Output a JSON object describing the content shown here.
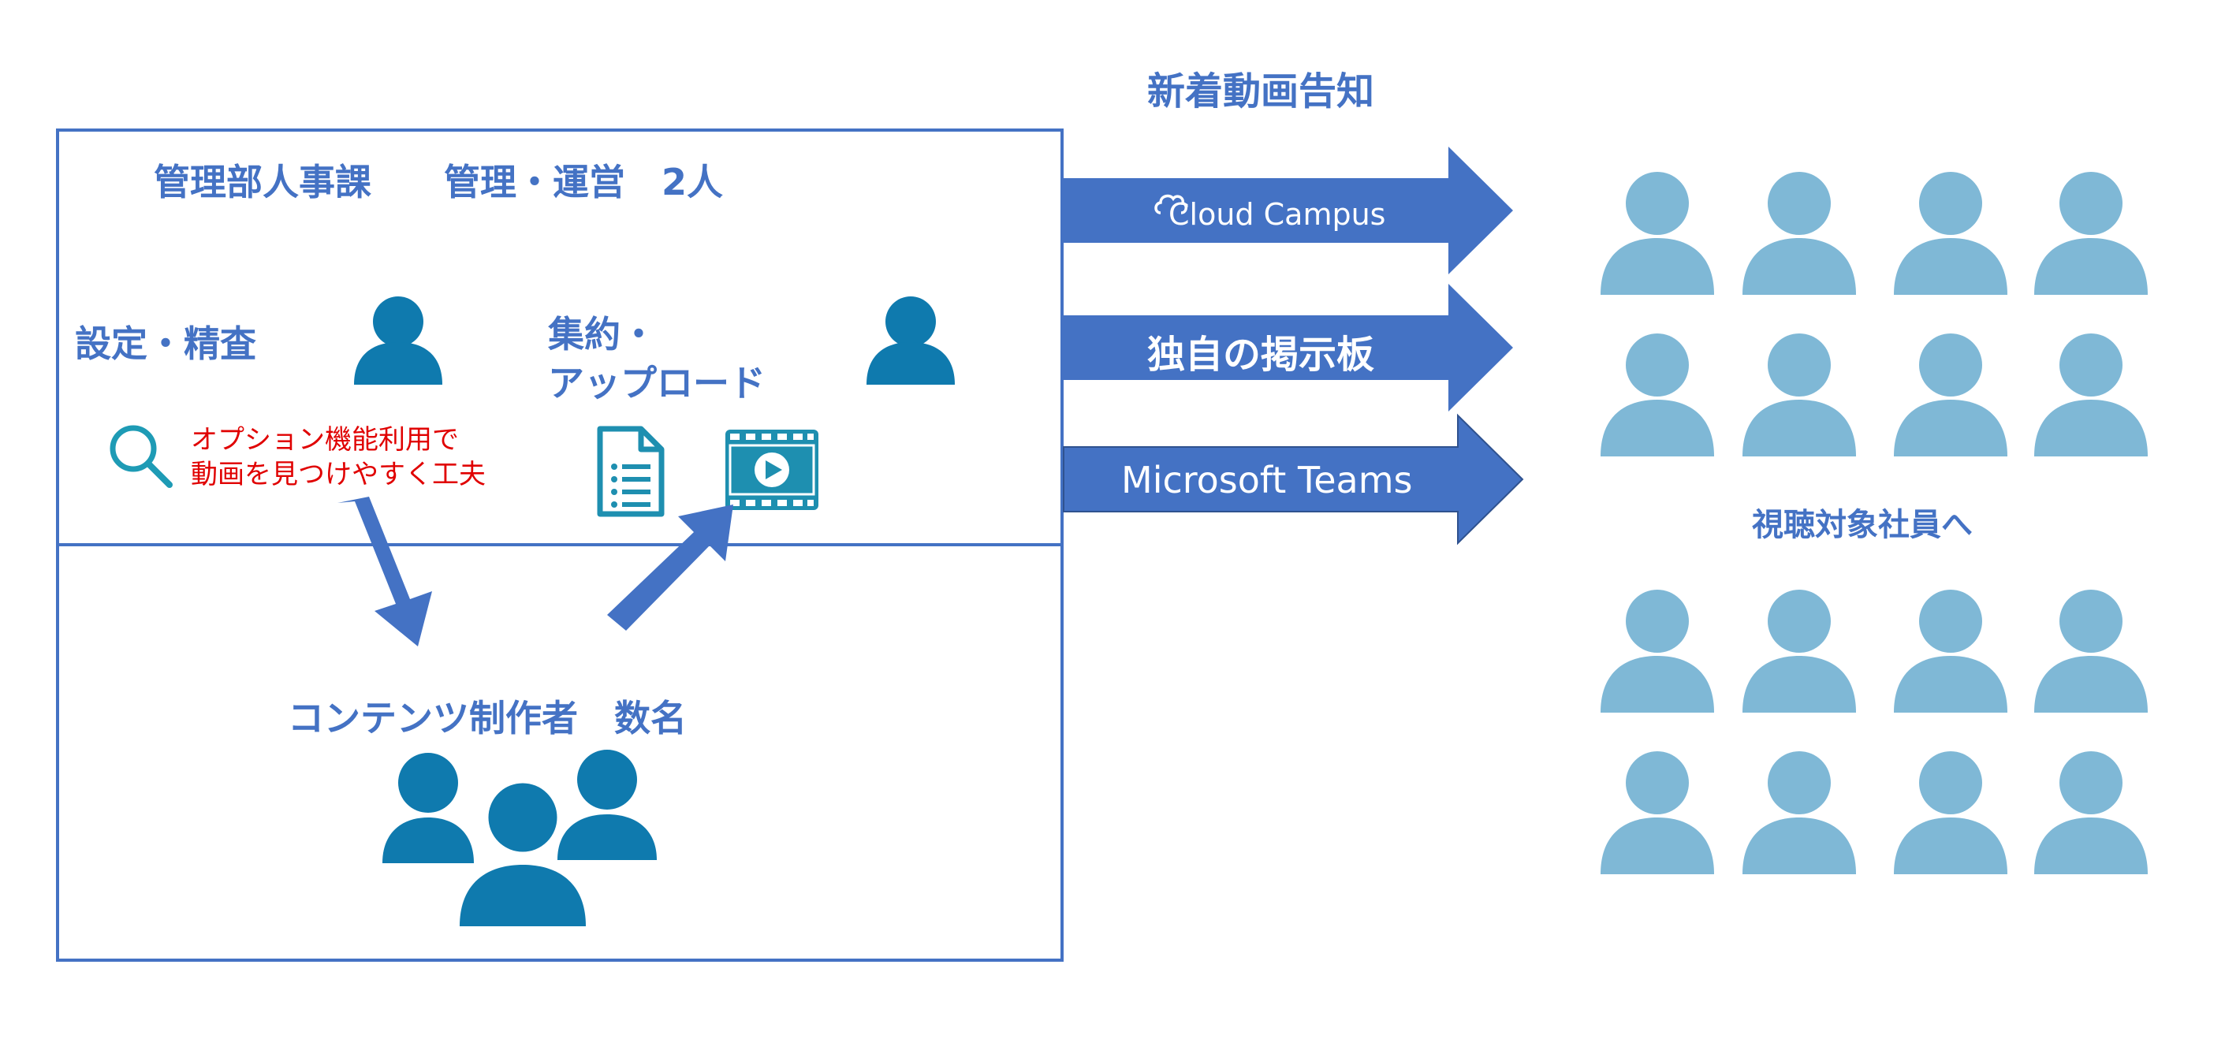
{
  "header": {
    "announce_label": "新着動画告知"
  },
  "admin_box": {
    "title": "管理部人事課　　管理・運営　2人",
    "settings_label": "設定・精査",
    "aggregate_label_line1": "集約・",
    "aggregate_label_line2": "アップロード",
    "option_note_line1": "オプション機能利用で",
    "option_note_line2": "動画を見つけやすく工夫"
  },
  "creators_box": {
    "label": "コンテンツ制作者　数名"
  },
  "channels": [
    {
      "label": "Cloud Campus",
      "icon": "cloud-icon"
    },
    {
      "label": "独自の掲示板"
    },
    {
      "label": "Microsoft Teams"
    }
  ],
  "audience": {
    "label": "視聴対象社員へ",
    "count": 16
  },
  "colors": {
    "accent": "#4472C4",
    "person_dark": "#0F7AAE",
    "person_light": "#7FB8D6",
    "note_red": "#E00000"
  }
}
